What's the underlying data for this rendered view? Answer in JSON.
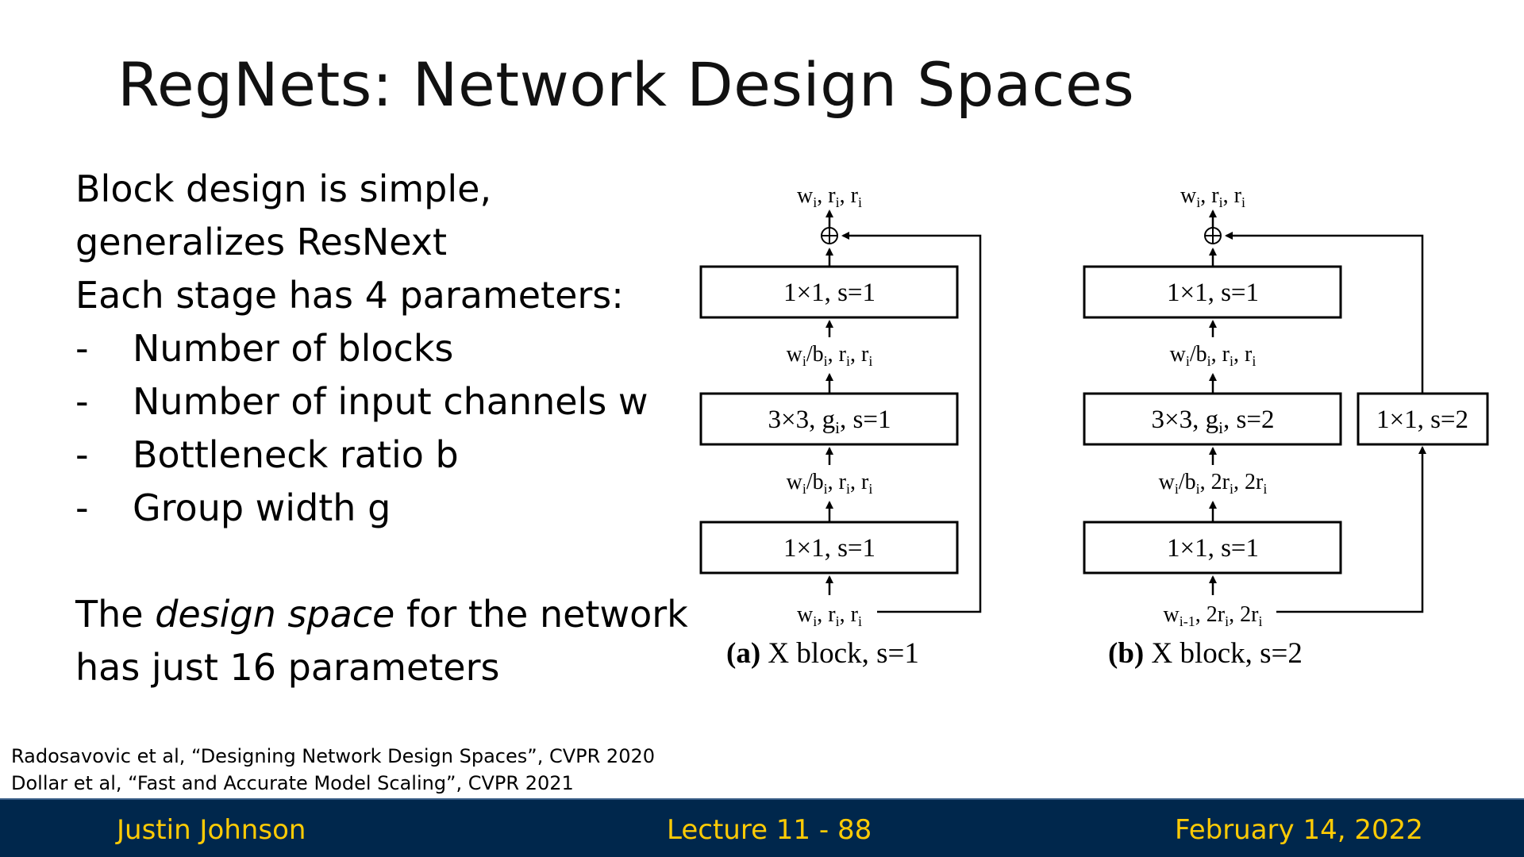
{
  "title": "RegNets: Network Design Spaces",
  "body": {
    "intro_line_1": "Block design is simple,",
    "intro_line_2": "generalizes ResNext",
    "intro_line_3": "Each stage has 4 parameters:",
    "bullets": [
      "Number of blocks",
      "Number of input channels w",
      "Bottleneck ratio b",
      "Group width g"
    ],
    "bullet_marker": "-",
    "conclusion_pre": "The ",
    "conclusion_em": "design space",
    "conclusion_post": " for the network",
    "conclusion_line_2": "has just 16 parameters"
  },
  "diagram": {
    "a": {
      "boxes": [
        "1×1, s=1",
        "3×3, g",
        "1×1, s=1"
      ],
      "box_mid_sub": "i",
      "box_mid_tail": ", s=1",
      "caption_bold": "(a)",
      "caption_text": " X block, s=1"
    },
    "b": {
      "boxes": [
        "1×1, s=1",
        "3×3, g",
        "1×1, s=1"
      ],
      "box_mid_sub": "i",
      "box_mid_tail": ", s=2",
      "side_box": "1×1, s=2",
      "caption_bold": "(b)",
      "caption_text": " X block, s=2"
    }
  },
  "citations": [
    "Radosavovic et al, “Designing Network Design Spaces”, CVPR 2020",
    "Dollar et al, “Fast and Accurate Model Scaling”, CVPR 2021"
  ],
  "footer": {
    "author": "Justin Johnson",
    "lecture": "Lecture 11 - 88",
    "date": "February 14, 2022"
  }
}
